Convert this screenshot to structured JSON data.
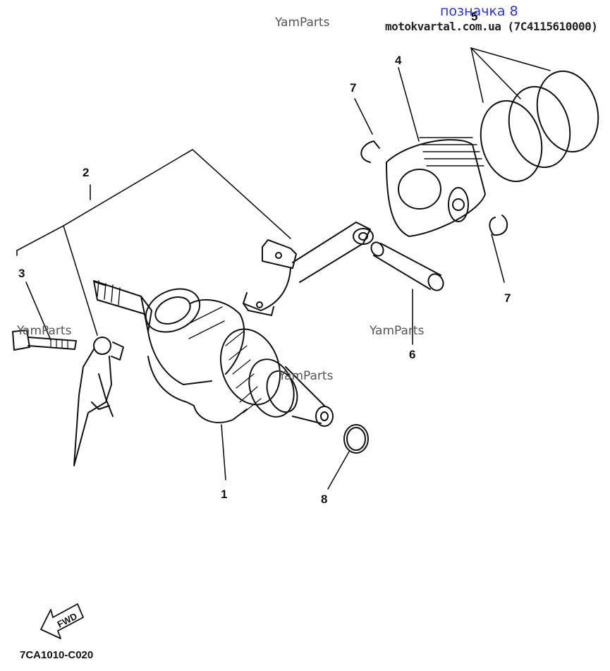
{
  "header": {
    "label": "позначка 8",
    "source": "motokvartal.com.ua (7C4115610000)"
  },
  "watermarks": [
    "YamParts",
    "YamParts",
    "YamParts",
    "YamParts"
  ],
  "callouts": [
    "1",
    "2",
    "3",
    "4",
    "5",
    "6",
    "7",
    "7",
    "8"
  ],
  "fwd_label": "FWD",
  "diagram_code": "7CA1010-C020",
  "colors": {
    "line": "#111111",
    "accent": "#2b32d8"
  }
}
